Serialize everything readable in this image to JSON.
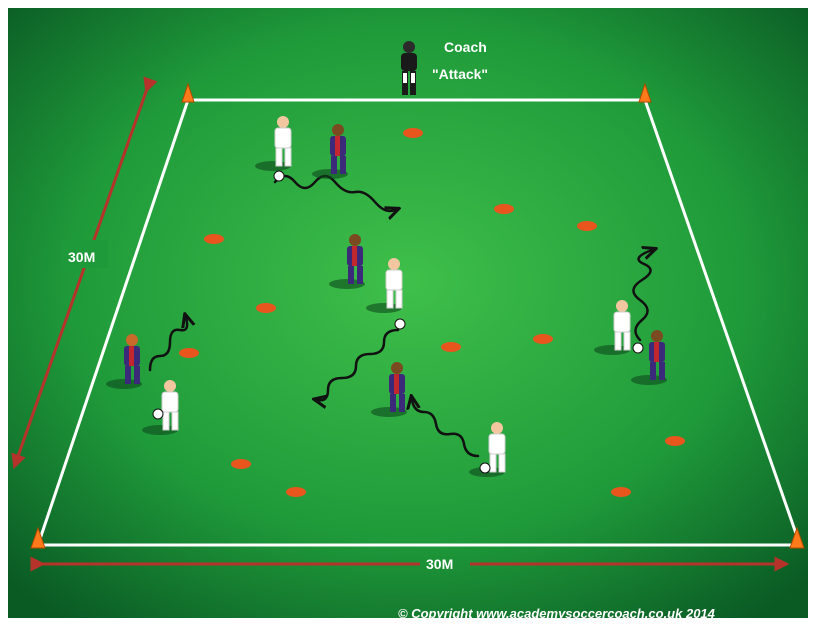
{
  "diagram": {
    "coach": {
      "label_line1": "Coach",
      "label_line2": "\"Attack\""
    },
    "dimensions": {
      "side_label": "30M",
      "bottom_label": "30M"
    },
    "copyright": "© Copyright www.academysoccercoach.co.uk 2014",
    "colors": {
      "field_light": "#3fbf4a",
      "field_dark": "#0a5a24",
      "lines": "#ffffff",
      "cone": "#ff7a1a",
      "marker": "#e8551d",
      "arrow": "#b5332a",
      "team_a_shirt": "#3b2a7a",
      "team_a_trim": "#c2262e",
      "team_b_shirt": "#ffffff",
      "dribble": "#111111"
    },
    "teams": [
      {
        "name": "team-a",
        "style": "blue-red striped kit"
      },
      {
        "name": "team-b",
        "style": "white kit"
      }
    ]
  }
}
